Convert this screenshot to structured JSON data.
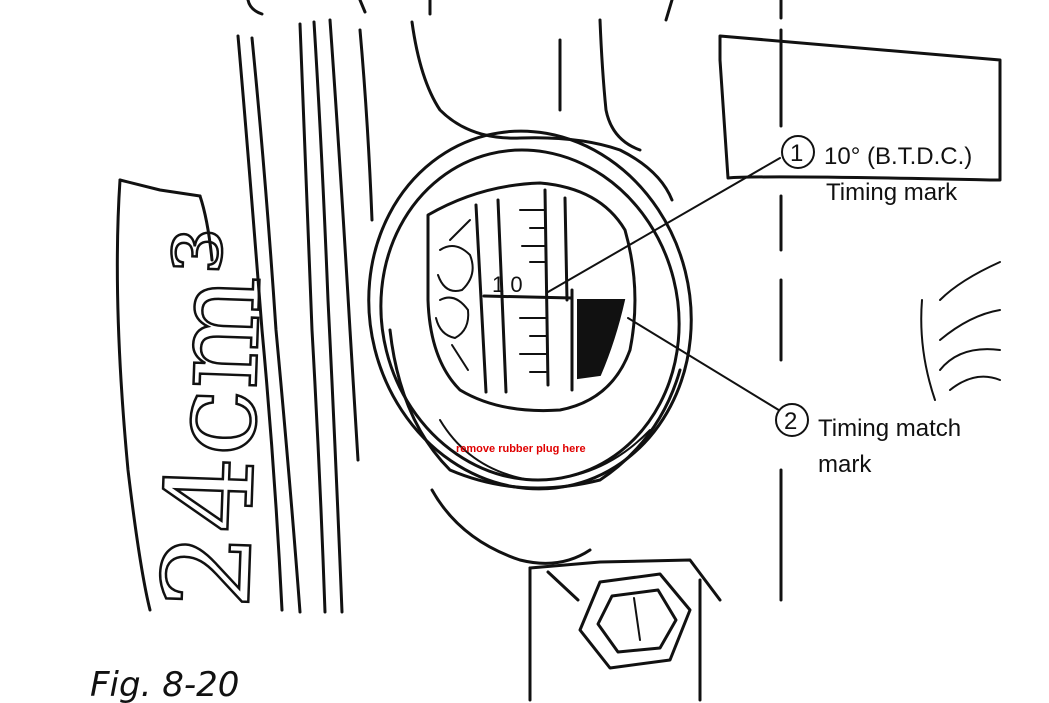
{
  "figure": {
    "caption": "Fig. 8-20",
    "engraving": "24cm³"
  },
  "scale": {
    "reading": "1 0"
  },
  "callouts": [
    {
      "number": "1",
      "line1": "10° (B.T.D.C.)",
      "line2": "Timing mark"
    },
    {
      "number": "2",
      "line1": "Timing match",
      "line2": "mark"
    }
  ],
  "annotation": {
    "text": "remove rubber plug here",
    "color": "#e00000"
  }
}
